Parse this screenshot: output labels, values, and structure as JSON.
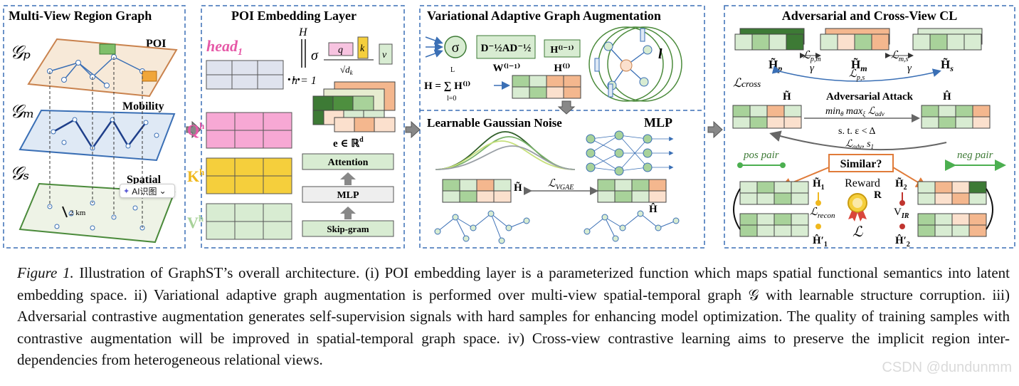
{
  "panels": {
    "p1": {
      "title": "Multi-View Region Graph",
      "g_p": "𝒢ₚ",
      "g_m": "𝒢ₘ",
      "g_s": "𝒢ₛ",
      "poi": "POI",
      "mobility": "Mobility",
      "spatial": "Spatial",
      "scale": "2 km"
    },
    "p2": {
      "title": "POI Embedding Layer",
      "head": "head",
      "head_sub": "1",
      "dots": "···",
      "H": "H",
      "h1": "h = 1",
      "q": "q",
      "k": "k",
      "v": "v",
      "sigma": "σ",
      "sqrt": "√d",
      "sqrt_sub": "k",
      "Qh": "Q",
      "Kh": "K",
      "Vh": "V",
      "sup_h": "h",
      "e": "e ∈ ℝ",
      "e_sup": "d",
      "attention": "Attention",
      "mlp": "MLP",
      "skipgram": "Skip-gram"
    },
    "p3": {
      "title": "Variational Adaptive Graph Augmentation",
      "sigma": "σ",
      "dad": "D⁻½AD⁻½",
      "hl1": "H⁽ˡ⁻¹⁾",
      "wl1": "W⁽ˡ⁻¹⁾",
      "hl": "H⁽ˡ⁾",
      "l_big": "l",
      "sum": "H = ∑ H⁽ˡ⁾",
      "sum_top": "L",
      "sum_bot": "l=0",
      "noise_title": "Learnable Gaussian Noise",
      "mlp": "MLP",
      "htilde": "H̃",
      "hhat": "Ĥ",
      "lvgae": "ℒ",
      "lvgae_sub": "VGAE"
    },
    "p4": {
      "title": "Adversarial and Cross-View CL",
      "hp": "H̃",
      "hp_sub": "p",
      "hm": "H̃",
      "hm_sub": "m",
      "hs": "H̃",
      "hs_sub": "s",
      "lpm": "ℒ",
      "lpm_sub": "p,m",
      "lms": "ℒ",
      "lms_sub": "m,s",
      "lps": "ℒ",
      "lps_sub": "p,s",
      "gamma": "γ",
      "lcross": "ℒ",
      "lcross_sub": "cross",
      "adv_title": "Adversarial Attack",
      "htilde": "H̃",
      "hhat": "Ĥ",
      "minmax": "min",
      "minmax_rest": "max",
      "ladv": "ℒ",
      "ladv_sub": "adv",
      "st": "s. t.  ε < Δ",
      "ladv_s1": "ℒ",
      "ladv_s1_sub": "adv",
      "ladv_s1_rest": ", s",
      "ladv_s1_sub2": "1",
      "pos": "pos pair",
      "neg": "neg pair",
      "similar": "Similar?",
      "h1": "H̃",
      "h1_sub": "1",
      "h2": "H̃",
      "h2_sub": "2",
      "reward": "Reward",
      "R": "R",
      "lrecon": "ℒ",
      "lrecon_sub": "recon",
      "vir": "V",
      "vir_sub": "IR",
      "L": "ℒ",
      "h1p": "Ĥ′",
      "h1p_sub": "1",
      "h2p": "Ĥ′",
      "h2p_sub": "2"
    }
  },
  "ai_chip": {
    "label": "AI识图",
    "chevron": "⌄"
  },
  "caption": {
    "label": "Figure 1.",
    "text": " Illustration of GraphST’s overall architecture. (i) POI embedding layer is a parameterized function which maps spatial functional semantics into latent embedding space. ii) Variational adaptive graph augmentation is performed over multi-view spatial-temporal graph 𝒢 with learnable structure corruption. iii) Adversarial contrastive augmentation generates self-supervision signals with hard samples for enhancing model optimization. The quality of training samples with contrastive augmentation will be improved in spatial-temporal graph space. iv) Cross-view contrastive learning aims to preserve the implicit region inter-dependencies from heterogeneous relational views."
  },
  "watermark": "CSDN @dundunmm",
  "colors": {
    "dash": "#3a6fb5",
    "green_dark": "#3d7a35",
    "green_light": "#d8ecd2",
    "salmon": "#f4b78e",
    "peach": "#fbe0cd",
    "pink": "#f7a8d4",
    "yellow": "#f5cf3c",
    "orange": "#e07b39",
    "arrow_gray": "#888888"
  }
}
